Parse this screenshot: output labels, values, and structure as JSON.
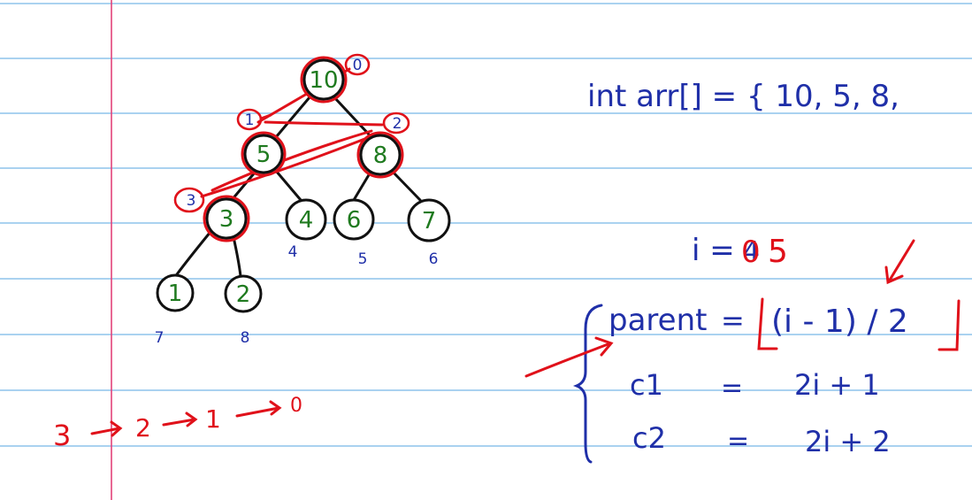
{
  "colors": {
    "paper": "#ffffff",
    "rule_line": "#8ec3ec",
    "margin_line": "#e2427a",
    "ink_black": "#111111",
    "ink_green": "#1f7a1f",
    "ink_blue": "#1f2fa8",
    "ink_red": "#e0111a"
  },
  "tree": {
    "nodes": [
      {
        "value": "10",
        "index": "0"
      },
      {
        "value": "5",
        "index": "1"
      },
      {
        "value": "8",
        "index": "2"
      },
      {
        "value": "3",
        "index": "3"
      },
      {
        "value": "4",
        "index": "4"
      },
      {
        "value": "6",
        "index": "5"
      },
      {
        "value": "7",
        "index": "6"
      },
      {
        "value": "1",
        "index": "7"
      },
      {
        "value": "2",
        "index": "8"
      }
    ]
  },
  "order_sequence": [
    "3",
    "2",
    "1",
    "0"
  ],
  "notes": {
    "array_decl": "int arr[] = { 10, 5, 8, ",
    "i_label": "i =",
    "i_struck": "4",
    "i_corrected": "0",
    "i_value": "5",
    "parent_label": "parent",
    "equals": "=",
    "parent_formula": "(i - 1) / 2",
    "c1_label": "c1",
    "c1_formula": "2i + 1",
    "c2_label": "c2",
    "c2_formula": "2i + 2"
  }
}
